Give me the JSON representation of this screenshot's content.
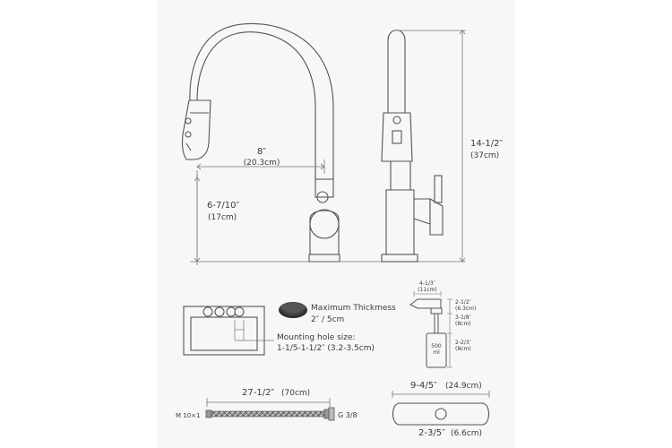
{
  "faucet_dims": {
    "reach": "8″",
    "reach_cm": "(20.3cm)",
    "spout_height": "6-7/10″",
    "spout_height_cm": "(17cm)",
    "total_height": "14-1/2″",
    "total_height_cm": "(37cm)"
  },
  "sink": {
    "max_thickness_label": "Maximum Thickmess",
    "max_thickness_value": "2″ / 5cm",
    "hole_size_label": "Mounting hole size:",
    "hole_size_value": "1-1/5-1-1/2″ (3.2-3.5cm)"
  },
  "soap_dispenser": {
    "top_width": "4-1/3″",
    "top_width_cm": "(11cm)",
    "head_height": "2-1/2″",
    "head_height_cm": "(6.3cm)",
    "shank_height": "3-1/8″",
    "shank_height_cm": "(8cm)",
    "bottle_height": "2-2/3″",
    "bottle_height_cm": "(8cm)",
    "bottle_capacity": "500",
    "bottle_unit": "ml"
  },
  "hose": {
    "length": "27-1/2″",
    "length_cm": "(70cm)",
    "left_thread": "M 10×1",
    "right_thread": "G 3/8"
  },
  "deck_plate": {
    "length": "9-4/5″",
    "length_cm": "(24.9cm)",
    "width": "2-3/5″",
    "width_cm": "(6.6cm)"
  }
}
